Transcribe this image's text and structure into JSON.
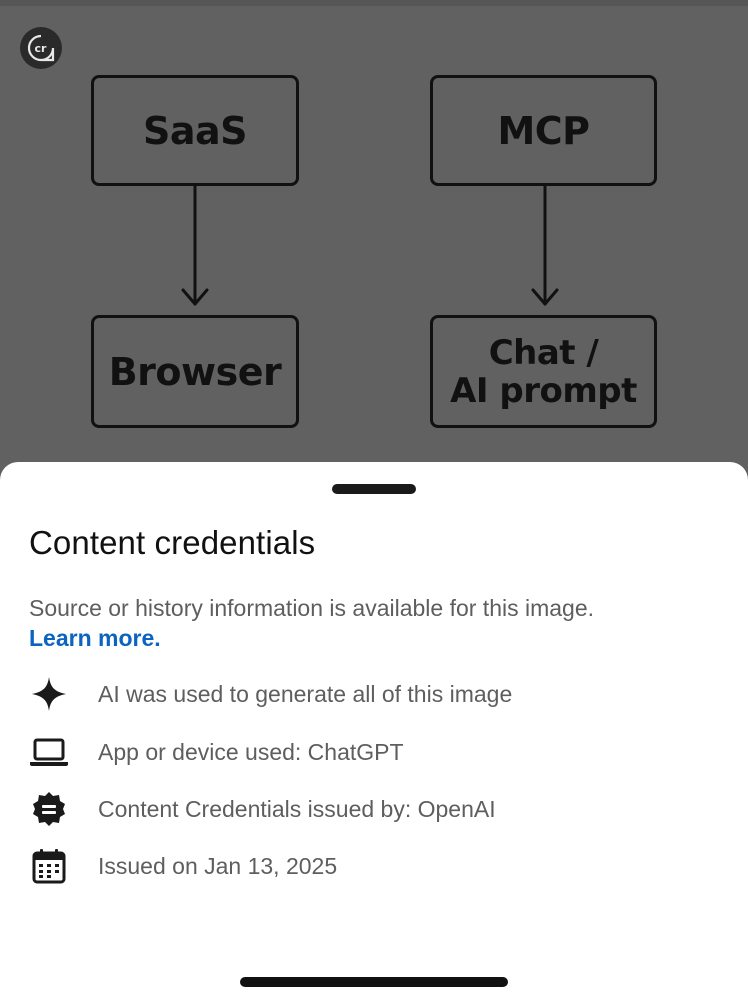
{
  "badge": {
    "text": "cr"
  },
  "diagram": {
    "nodes": [
      {
        "id": "saas",
        "label": "SaaS"
      },
      {
        "id": "mcp",
        "label": "MCP"
      },
      {
        "id": "browser",
        "label": "Browser"
      },
      {
        "id": "chat",
        "label": "Chat /\nAI prompt"
      }
    ],
    "edges": [
      {
        "from": "SaaS",
        "to": "Browser"
      },
      {
        "from": "MCP",
        "to": "Chat / AI prompt"
      }
    ]
  },
  "sheet": {
    "title": "Content credentials",
    "description": "Source or history information is available for this image.",
    "learn_more": "Learn more.",
    "items": [
      {
        "icon": "sparkle-icon",
        "text": "AI was used to generate all of this image"
      },
      {
        "icon": "laptop-icon",
        "text": "App or device used: ChatGPT"
      },
      {
        "icon": "verified-badge-icon",
        "text": "Content Credentials issued by: OpenAI"
      },
      {
        "icon": "calendar-icon",
        "text": "Issued on Jan 13, 2025"
      }
    ]
  },
  "colors": {
    "backdrop": "#616161",
    "sheet": "#ffffff",
    "link": "#0b64c0",
    "text_secondary": "#5e5e5e"
  }
}
